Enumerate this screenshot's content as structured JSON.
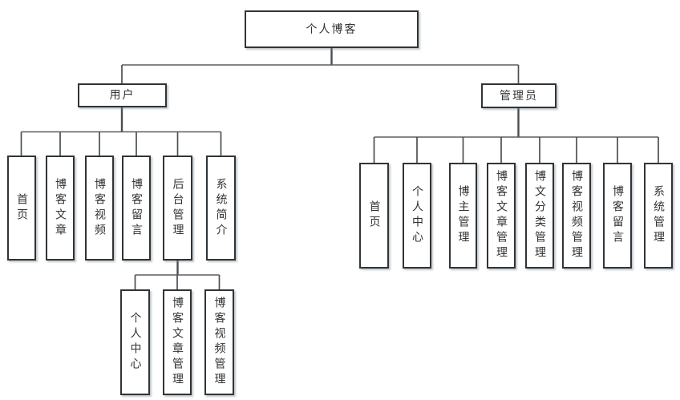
{
  "colors": {
    "background": "#ffffff",
    "box-fill": "#ffffff",
    "box-border": "#2f3437",
    "line-color": "#4a4f52",
    "text-color": "#333333"
  },
  "diagram": {
    "root": {
      "label": "个人博客"
    },
    "branches": [
      {
        "label": "用户",
        "children": [
          {
            "label": "首页"
          },
          {
            "label": "博客文章"
          },
          {
            "label": "博客视频"
          },
          {
            "label": "博客留言"
          },
          {
            "label": "后台管理",
            "children": [
              {
                "label": "个人中心"
              },
              {
                "label": "博客文章管理"
              },
              {
                "label": "博客视频管理"
              }
            ]
          },
          {
            "label": "系统简介"
          }
        ]
      },
      {
        "label": "管理员",
        "children": [
          {
            "label": "首页"
          },
          {
            "label": "个人中心"
          },
          {
            "label": "博主管理"
          },
          {
            "label": "博客文章管理"
          },
          {
            "label": "博文分类管理"
          },
          {
            "label": "博客视频管理"
          },
          {
            "label": "博客留言"
          },
          {
            "label": "系统管理"
          }
        ]
      }
    ]
  }
}
